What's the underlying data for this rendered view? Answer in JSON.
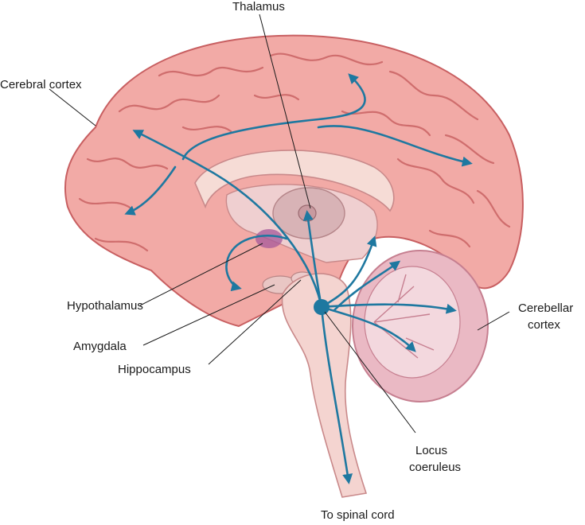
{
  "labels": {
    "thalamus": "Thalamus",
    "cerebral_cortex": "Cerebral cortex",
    "hypothalamus": "Hypothalamus",
    "amygdala": "Amygdala",
    "hippocampus": "Hippocampus",
    "cerebellar_cortex_line1": "Cerebellar",
    "cerebellar_cortex_line2": "cortex",
    "locus_line1": "Locus",
    "locus_line2": "coeruleus",
    "spinal_cord": "To spinal cord"
  },
  "colors": {
    "cortex": "#f2aaa6",
    "cortex_outline": "#c85f61",
    "pathway": "#1e78a0",
    "cerebellum": "#eab9c4",
    "amygdala": "#a5589a"
  }
}
